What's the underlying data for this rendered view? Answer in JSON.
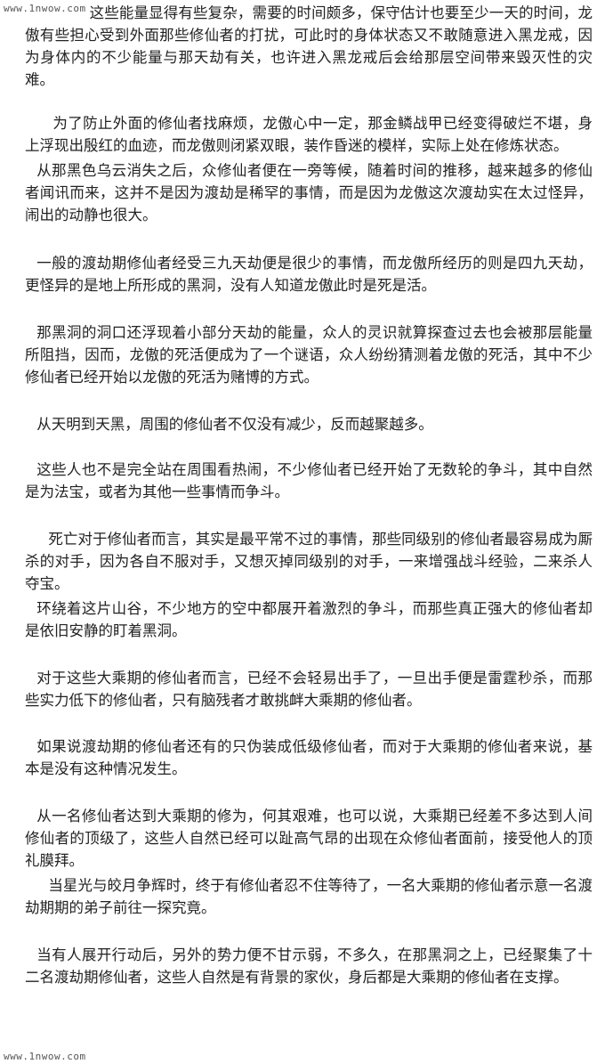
{
  "watermark": {
    "top": "www.1nwow.com",
    "bottom": "www.1nwow.com"
  },
  "paragraphs": [
    "这些能量显得有些复杂，需要的时间颇多，保守估计也要至少一天的时间，龙傲有些担心受到外面那些修仙者的打扰，可此时的身体状态又不敢随意进入黑龙戒，因为身体内的不少能量与那天劫有关，也许进入黑龙戒后会给那层空间带来毁灭性的灾难。",
    "为了防止外面的修仙者找麻烦，龙傲心中一定，那金鳞战甲已经变得破烂不堪，身上浮现出殷红的血迹，而龙傲则闭紧双眼，装作昏迷的模样，实际上处在修炼状态。",
    "从那黑色乌云消失之后，众修仙者便在一旁等候，随着时间的推移，越来越多的修仙者闻讯而来，这并不是因为渡劫是稀罕的事情，而是因为龙傲这次渡劫实在太过怪异，闹出的动静也很大。",
    "一般的渡劫期修仙者经受三九天劫便是很少的事情，而龙傲所经历的则是四九天劫，更怪异的是地上所形成的黑洞，没有人知道龙傲此时是死是活。",
    "那黑洞的洞口还浮现着小部分天劫的能量，众人的灵识就算探查过去也会被那层能量所阻挡，因而，龙傲的死活便成为了一个谜语，众人纷纷猜测着龙傲的死活，其中不少修仙者已经开始以龙傲的死活为赌博的方式。",
    "从天明到天黑，周围的修仙者不仅没有减少，反而越聚越多。",
    "这些人也不是完全站在周围看热闹，不少修仙者已经开始了无数轮的争斗，其中自然是为法宝，或者为其他一些事情而争斗。",
    "死亡对于修仙者而言，其实是最平常不过的事情，那些同级别的修仙者最容易成为厮杀的对手，因为各自不服对手，又想灭掉同级别的对手，一来增强战斗经验，二来杀人夺宝。",
    "环绕着这片山谷，不少地方的空中都展开着激烈的争斗，而那些真正强大的修仙者却是依旧安静的盯着黑洞。",
    "对于这些大乘期的修仙者而言，已经不会轻易出手了，一旦出手便是雷霆秒杀，而那些实力低下的修仙者，只有脑残者才敢挑衅大乘期的修仙者。",
    "如果说渡劫期的修仙者还有的只伪装成低级修仙者，而对于大乘期的修仙者来说，基本是没有这种情况发生。",
    "从一名修仙者达到大乘期的修为，何其艰难，也可以说，大乘期已经差不多达到人间修仙者的顶级了，这些人自然已经可以趾高气昂的出现在众修仙者面前，接受他人的顶礼膜拜。",
    "当星光与皎月争辉时，终于有修仙者忍不住等待了，一名大乘期的修仙者示意一名渡劫期期的弟子前往一探究竟。",
    "当有人展开行动后，另外的势力便不甘示弱，不多久，在那黑洞之上，已经聚集了十二名渡劫期修仙者，这些人自然是有背景的家伙，身后都是大乘期的修仙者在支撑。"
  ]
}
